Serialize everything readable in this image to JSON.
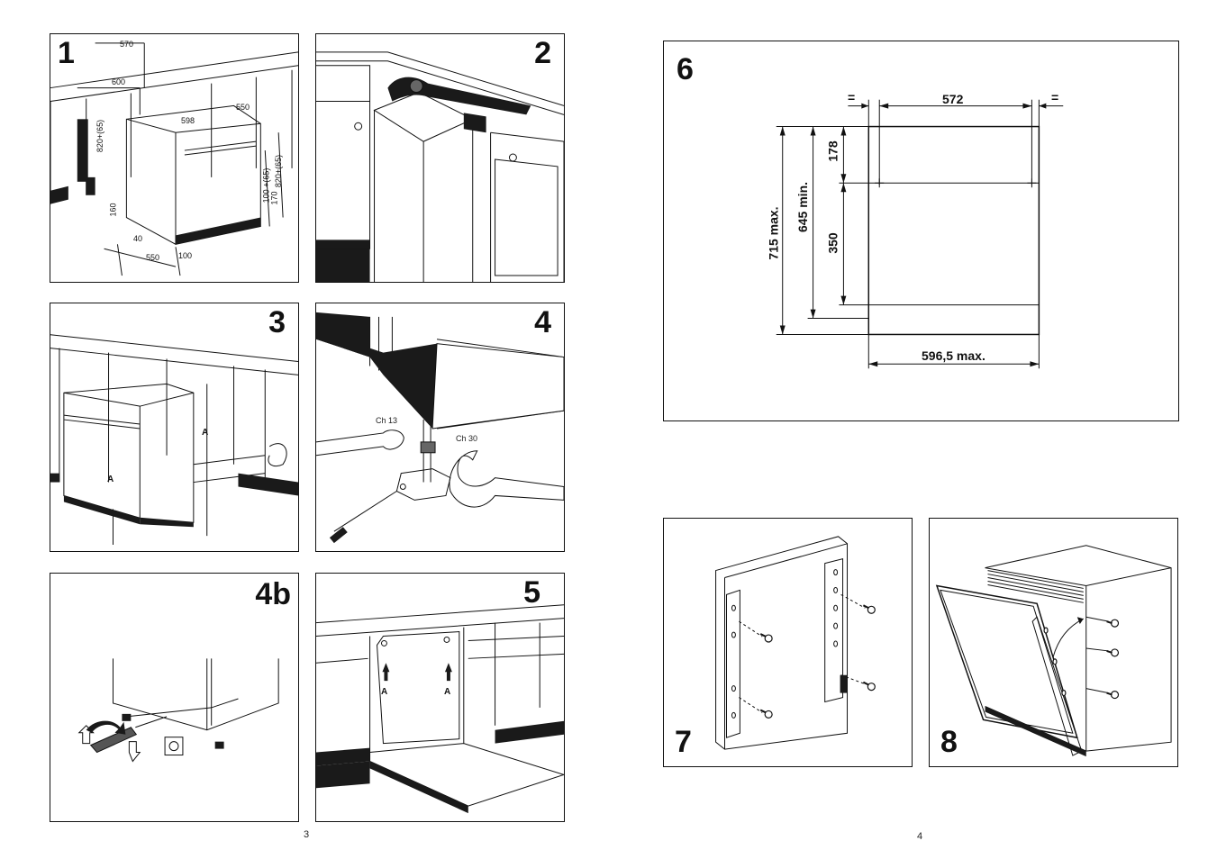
{
  "pages": [
    {
      "number": "3"
    },
    {
      "number": "4"
    }
  ],
  "panels": {
    "p1": {
      "step": "1",
      "dims": {
        "d570": "570",
        "d600": "600",
        "d598": "598",
        "d550a": "550",
        "d820a": "820+(65)",
        "d820b": "820+(65)",
        "d100a": "100 +(65)",
        "d170": "170",
        "d160": "160",
        "d40": "40",
        "d550b": "550",
        "d100b": "100"
      }
    },
    "p2": {
      "step": "2"
    },
    "p3": {
      "step": "3",
      "labels": {
        "a1": "A",
        "a2": "A"
      }
    },
    "p4": {
      "step": "4",
      "labels": {
        "ch13": "Ch 13",
        "ch30": "Ch 30"
      }
    },
    "p4b": {
      "step": "4b"
    },
    "p5": {
      "step": "5",
      "labels": {
        "a1": "A",
        "a2": "A"
      }
    },
    "p6": {
      "step": "6",
      "dims": {
        "eq_left": "=",
        "w572": "572",
        "eq_right": "=",
        "h178": "178",
        "h350": "350",
        "h645": "645 min.",
        "h715": "715 max.",
        "w5965": "596,5 max."
      }
    },
    "p7": {
      "step": "7"
    },
    "p8": {
      "step": "8"
    }
  },
  "colors": {
    "line": "#111111",
    "shade": "#1a1a1a",
    "bg": "#ffffff"
  }
}
